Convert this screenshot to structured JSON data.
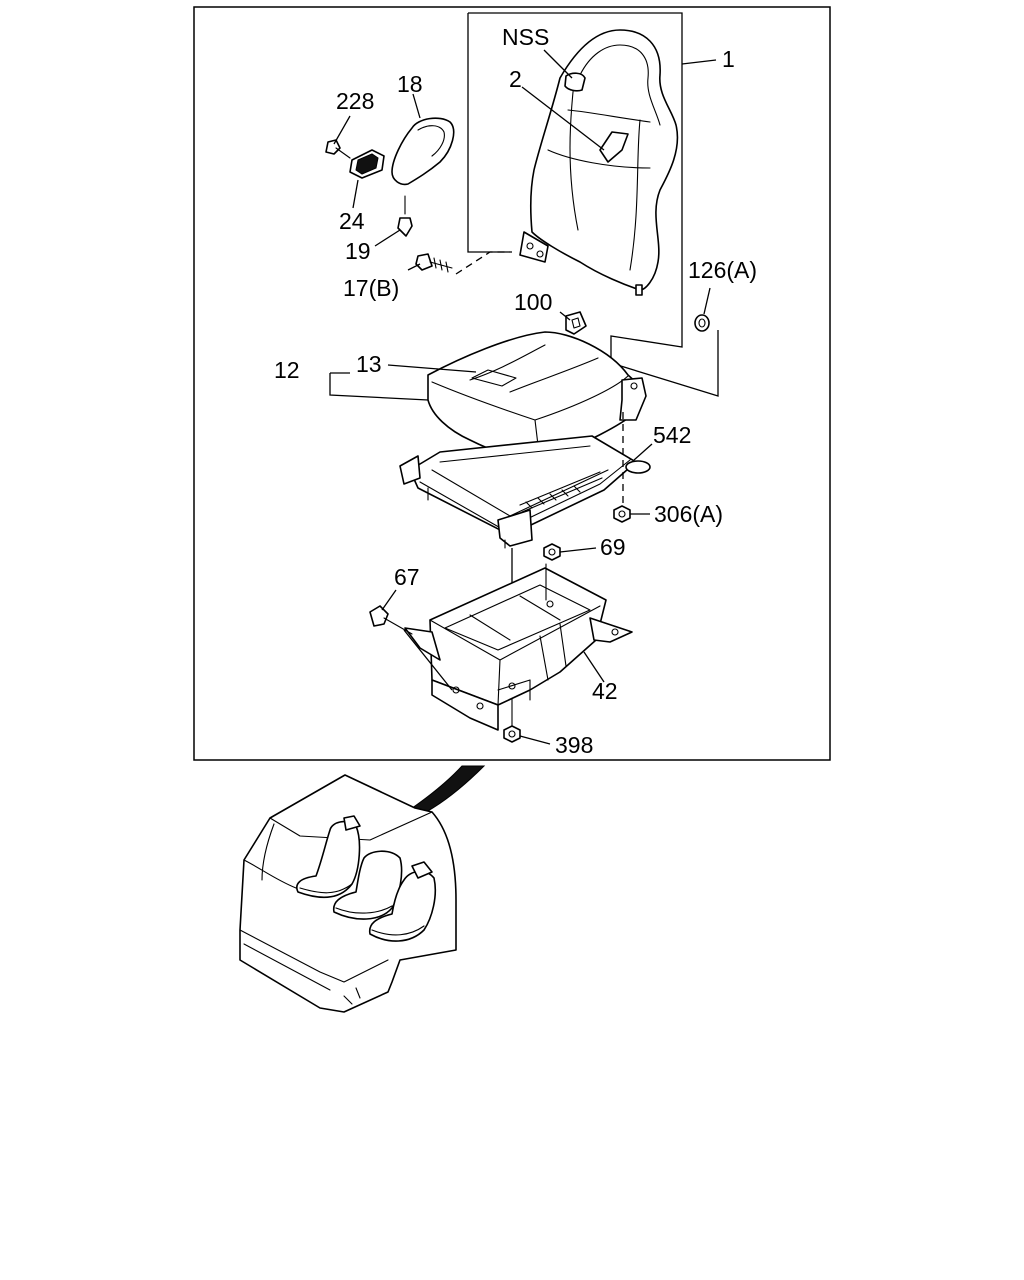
{
  "callouts": {
    "nss": "NSS",
    "c1": "1",
    "c2": "2",
    "c18": "18",
    "c228": "228",
    "c24": "24",
    "c19": "19",
    "c17b": "17(B)",
    "c126a": "126(A)",
    "c100": "100",
    "c13": "13",
    "c12": "12",
    "c542": "542",
    "c306a": "306(A)",
    "c69": "69",
    "c67": "67",
    "c42": "42",
    "c398": "398"
  }
}
